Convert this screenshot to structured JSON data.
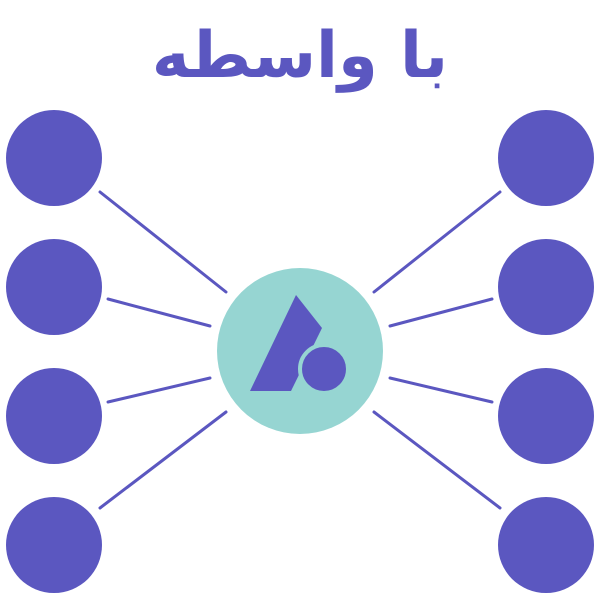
{
  "title": "با واسطه",
  "colors": {
    "primary": "#5b57c0",
    "hub": "#96d5d2",
    "edge": "#5b57c0",
    "background": "#ffffff"
  },
  "hub": {
    "icon": "triangle-circle-logo-icon"
  },
  "nodes": {
    "left": [
      "node",
      "node",
      "node",
      "node"
    ],
    "right": [
      "node",
      "node",
      "node",
      "node"
    ]
  }
}
